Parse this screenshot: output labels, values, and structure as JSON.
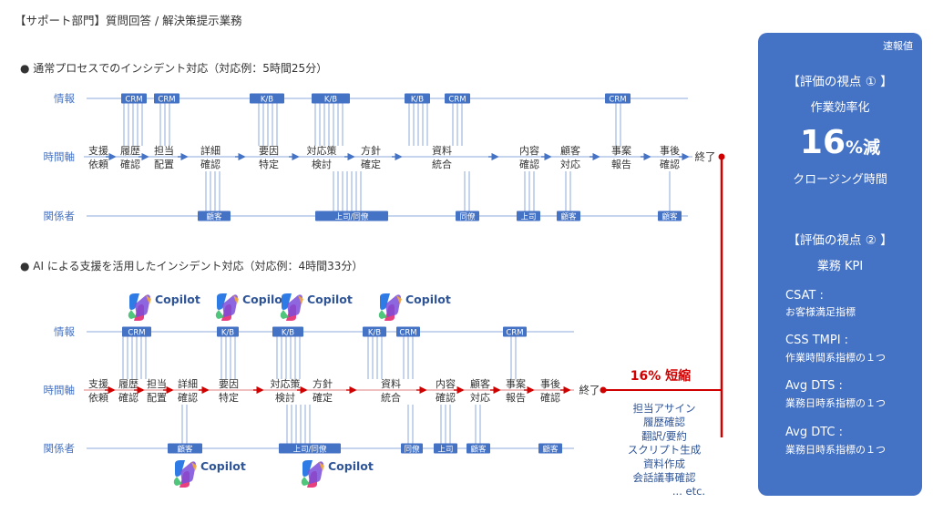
{
  "header": {
    "title": "【サポート部門】質問回答 / 解決策提示業務"
  },
  "sections": {
    "normal_title": "● 通常プロセスでのインシデント対応（対応例：5時間25分）",
    "ai_title": "● AI による支援を活用したインシデント対応（対応例：4時間33分）"
  },
  "lanes": {
    "info": "情報",
    "time": "時間軸",
    "people": "関係者"
  },
  "normal": {
    "steps": [
      {
        "l1": "支援",
        "l2": "依頼"
      },
      {
        "l1": "履歴",
        "l2": "確認"
      },
      {
        "l1": "担当",
        "l2": "配置"
      },
      {
        "l1": "詳細",
        "l2": "確認"
      },
      {
        "l1": "要因",
        "l2": "特定"
      },
      {
        "l1": "対応策",
        "l2": "検討"
      },
      {
        "l1": "方針",
        "l2": "確定"
      },
      {
        "l1": "資料",
        "l2": "統合"
      },
      {
        "l1": "内容",
        "l2": "確認"
      },
      {
        "l1": "顧客",
        "l2": "対応"
      },
      {
        "l1": "事案",
        "l2": "報告"
      },
      {
        "l1": "事後",
        "l2": "確認"
      }
    ],
    "end": "終了",
    "info_tags": [
      "CRM",
      "CRM",
      "K/B",
      "K/B",
      "K/B",
      "CRM",
      "CRM"
    ],
    "people_tags": [
      "顧客",
      "上司/同僚",
      "同僚",
      "上司",
      "顧客",
      "顧客"
    ]
  },
  "ai": {
    "steps": [
      {
        "l1": "支援",
        "l2": "依頼"
      },
      {
        "l1": "履歴",
        "l2": "確認"
      },
      {
        "l1": "担当",
        "l2": "配置"
      },
      {
        "l1": "詳細",
        "l2": "確認"
      },
      {
        "l1": "要因",
        "l2": "特定"
      },
      {
        "l1": "対応策",
        "l2": "検討"
      },
      {
        "l1": "方針",
        "l2": "確定"
      },
      {
        "l1": "資料",
        "l2": "統合"
      },
      {
        "l1": "内容",
        "l2": "確認"
      },
      {
        "l1": "顧客",
        "l2": "対応"
      },
      {
        "l1": "事案",
        "l2": "報告"
      },
      {
        "l1": "事後",
        "l2": "確認"
      }
    ],
    "end": "終了",
    "info_tags": [
      "CRM",
      "K/B",
      "K/B",
      "K/B",
      "CRM",
      "CRM"
    ],
    "people_tags": [
      "顧客",
      "上司/同僚",
      "同僚",
      "上司",
      "顧客",
      "顧客"
    ],
    "copilot": "Copilot"
  },
  "reduction": {
    "label": "16% 短縮",
    "tasks": [
      "担当アサイン",
      "履歴確認",
      "翻訳/要約",
      "スクリプト生成",
      "資料作成",
      "会話議事確認",
      "... etc."
    ]
  },
  "kpi": {
    "badge": "速報値",
    "view1": "【評価の視点 ① 】",
    "view1_sub": "作業効率化",
    "big_num": "16",
    "big_unit": "%減",
    "view1_metric": "クロージング時間",
    "view2": "【評価の視点 ② 】",
    "view2_sub": "業務 KPI",
    "items": [
      {
        "name": "CSAT :",
        "desc": "お客様満足指標"
      },
      {
        "name": "CSS TMPI :",
        "desc": "作業時間系指標の１つ"
      },
      {
        "name": "Avg DTS :",
        "desc": "業務日時系指標の１つ"
      },
      {
        "name": "Avg DTC :",
        "desc": "業務日時系指標の１つ"
      }
    ]
  },
  "colors": {
    "blue": "#4472c4",
    "line": "#8ea9db",
    "red": "#d00000",
    "panel": "#4472c4"
  }
}
